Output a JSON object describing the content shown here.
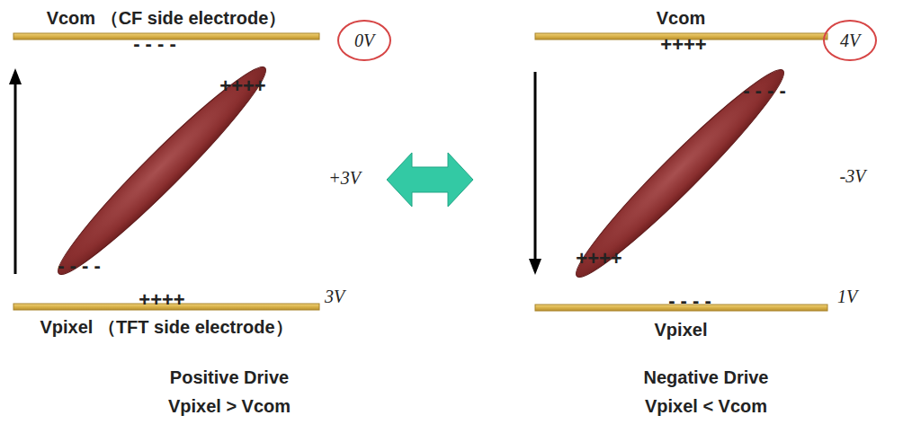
{
  "diagram": {
    "nodes": [
      {
        "text": [
          "0V"
        ]
      },
      {
        "text": [
          "4V"
        ]
      }
    ],
    "labels": [
      "Vcom （CF side electrode）",
      "- - - -",
      "++++",
      "- - - -",
      "+3V",
      "++++",
      "3V",
      "Vpixel （TFT side electrode）",
      "Positive Drive",
      "Vpixel > Vcom",
      "Vcom",
      "++++",
      "- - - -",
      "++++",
      "-3V",
      "- - - -",
      "1V",
      "Vpixel",
      "Negative Drive",
      "Vpixel < Vcom"
    ]
  }
}
